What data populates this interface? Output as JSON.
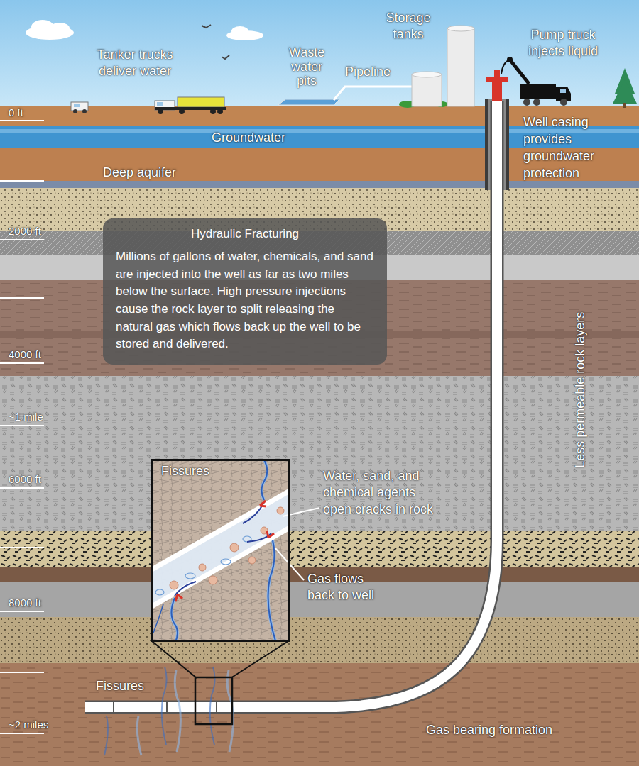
{
  "diagram": {
    "nodes": [
      {
        "text": [
          "Hydraulic Fracturing",
          "Millions of gallons of water, chemicals, and sand are injected into the well as far as two miles below the surface. High pressure injections cause the rock layer to split releasing the natural gas which flows back up the well to be stored and delivered."
        ]
      },
      {
        "text": [
          "Fissures"
        ]
      }
    ],
    "labels": [
      "Tanker trucks deliver water",
      "Waste water pits",
      "Pipeline",
      "Storage tanks",
      "Pump truck injects liquid",
      "0 ft",
      "Groundwater",
      "Well casing provides groundwater protection",
      "Deep aquifer",
      "2000 ft",
      "4000 ft",
      "~1 mile",
      "6000 ft",
      "Less permeable rock layers",
      "Water, sand, and chemical agents open cracks in rock",
      "Gas flows back to well",
      "8000 ft",
      "Fissures",
      "~2 miles",
      "Gas bearing formation"
    ]
  }
}
